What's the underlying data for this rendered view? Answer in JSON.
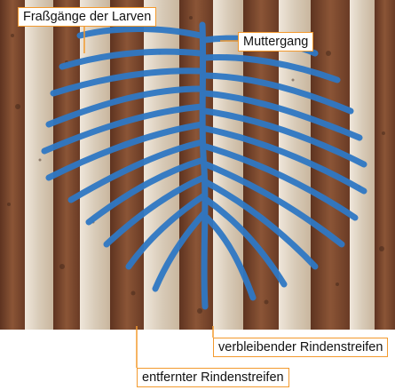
{
  "labels": {
    "larvae_galleries": "Fraßgänge der Larven",
    "mother_gallery": "Muttergang",
    "remaining_bark_strip": "verbleibender Rindenstreifen",
    "removed_bark_strip": "entfernter Rindenstreifen"
  },
  "colors": {
    "gallery_highlight": "#2f78c4",
    "leader_line": "#f39a2e",
    "bark_dark": "#7a4a2e",
    "wood_light": "#e2d7c8"
  }
}
